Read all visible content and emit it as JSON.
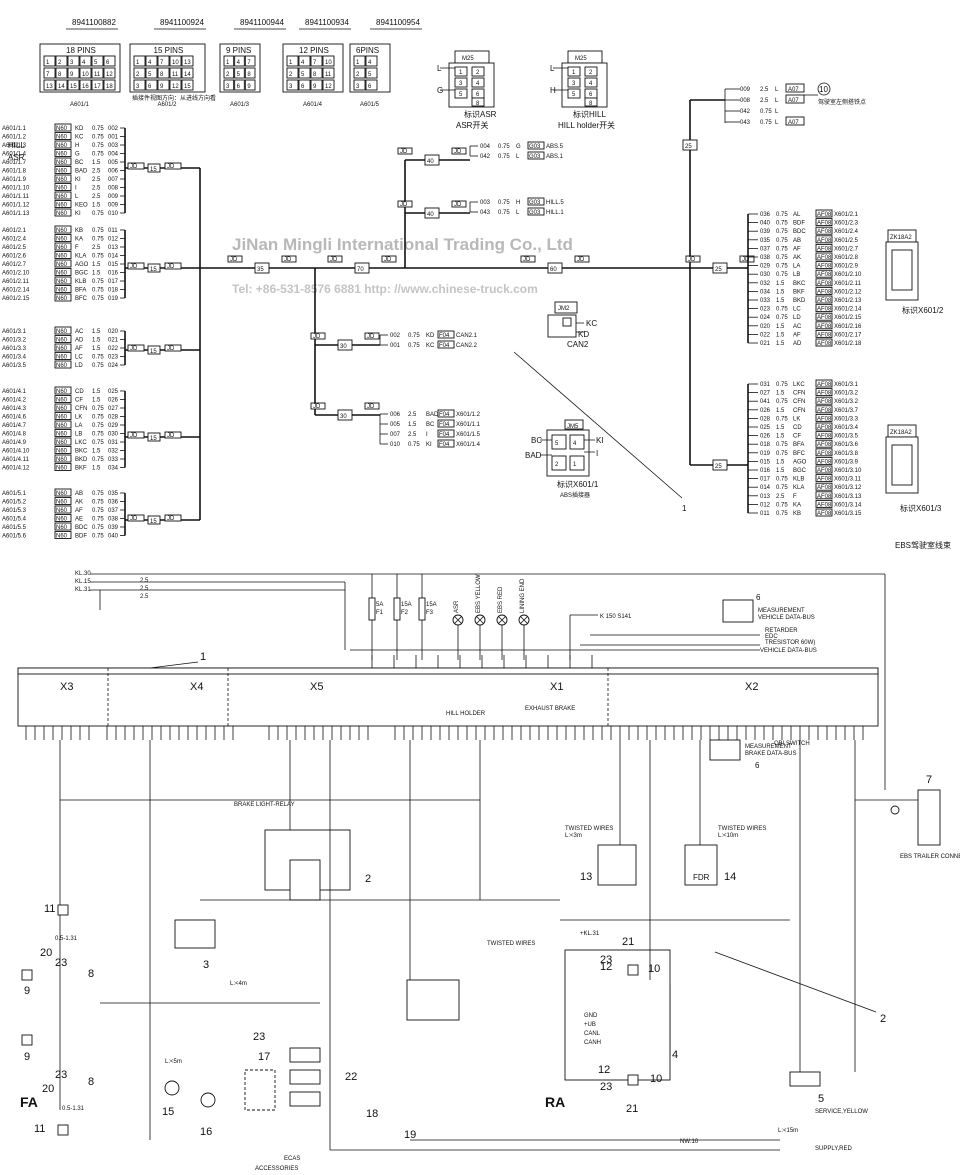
{
  "connectors": [
    {
      "part": "8941100882",
      "pins": "18 PINS",
      "id": "A601/1",
      "grid": [
        "1",
        "2",
        "3",
        "4",
        "5",
        "6",
        "7",
        "8",
        "9",
        "10",
        "11",
        "12",
        "13",
        "14",
        "15",
        "16",
        "17",
        "18"
      ]
    },
    {
      "part": "8941100924",
      "pins": "15 PINS",
      "id": "A601/2",
      "grid": [
        "1",
        "4",
        "7",
        "10",
        "13",
        "2",
        "5",
        "8",
        "11",
        "14",
        "3",
        "6",
        "9",
        "12",
        "15"
      ]
    },
    {
      "part": "8941100944",
      "pins": "9 PINS",
      "id": "A601/3",
      "grid": [
        "1",
        "4",
        "7",
        "2",
        "5",
        "8",
        "3",
        "6",
        "9"
      ]
    },
    {
      "part": "8941100934",
      "pins": "12 PINS",
      "id": "A601/4",
      "grid": [
        "1",
        "4",
        "7",
        "10",
        "2",
        "5",
        "8",
        "11",
        "3",
        "6",
        "9",
        "12"
      ]
    },
    {
      "part": "8941100954",
      "pins": "6PINS",
      "id": "A601/5",
      "grid": [
        "1",
        "4",
        "2",
        "5",
        "3",
        "6"
      ]
    }
  ],
  "connector_note": "插接件视图方向：从进线方向看",
  "switches": {
    "asr": {
      "code": "M25",
      "caption": "ASR开关",
      "tag": "标识ASR",
      "left": [
        "L",
        "G"
      ]
    },
    "hill": {
      "code": "M25",
      "caption": "HILL holder开关",
      "tag": "标识HILL",
      "left": [
        "L",
        "H"
      ]
    }
  },
  "left_labels": [
    "HILL",
    "ASR"
  ],
  "left_groups": [
    [
      {
        "id": "A601/1.1",
        "sig": "KD",
        "sz": "0.75",
        "w": "002"
      },
      {
        "id": "A601/1.2",
        "sig": "KC",
        "sz": "0.75",
        "w": "001"
      },
      {
        "id": "A601/1.3",
        "sig": "H",
        "sz": "0.75",
        "w": "003"
      },
      {
        "id": "A601/1.4",
        "sig": "G",
        "sz": "0.75",
        "w": "004"
      },
      {
        "id": "A601/1.7",
        "sig": "BC",
        "sz": "1.5",
        "w": "005"
      },
      {
        "id": "A601/1.8",
        "sig": "BAD",
        "sz": "2.5",
        "w": "006"
      },
      {
        "id": "A601/1.9",
        "sig": "KI",
        "sz": "2.5",
        "w": "007"
      },
      {
        "id": "A601/1.10",
        "sig": "I",
        "sz": "2.5",
        "w": "008"
      },
      {
        "id": "A601/1.11",
        "sig": "L",
        "sz": "2.5",
        "w": "009"
      },
      {
        "id": "A601/1.12",
        "sig": "KEO",
        "sz": "1.5",
        "w": "009"
      },
      {
        "id": "A601/1.13",
        "sig": "KI",
        "sz": "0.75",
        "w": "010"
      }
    ],
    [
      {
        "id": "A601/2.1",
        "sig": "KB",
        "sz": "0.75",
        "w": "011"
      },
      {
        "id": "A601/2.4",
        "sig": "KA",
        "sz": "0.75",
        "w": "012"
      },
      {
        "id": "A601/2.5",
        "sig": "F",
        "sz": "2.5",
        "w": "013"
      },
      {
        "id": "A601/2.6",
        "sig": "KLA",
        "sz": "0.75",
        "w": "014"
      },
      {
        "id": "A601/2.7",
        "sig": "AGO",
        "sz": "1.5",
        "w": "015"
      },
      {
        "id": "A601/2.10",
        "sig": "BGC",
        "sz": "1.5",
        "w": "016"
      },
      {
        "id": "A601/2.11",
        "sig": "KLB",
        "sz": "0.75",
        "w": "017"
      },
      {
        "id": "A601/2.14",
        "sig": "BFA",
        "sz": "0.75",
        "w": "018"
      },
      {
        "id": "A601/2.15",
        "sig": "BFC",
        "sz": "0.75",
        "w": "019"
      }
    ],
    [
      {
        "id": "A601/3.1",
        "sig": "AC",
        "sz": "1.5",
        "w": "020"
      },
      {
        "id": "A601/3.2",
        "sig": "AD",
        "sz": "1.5",
        "w": "021"
      },
      {
        "id": "A601/3.3",
        "sig": "AF",
        "sz": "1.5",
        "w": "022"
      },
      {
        "id": "A601/3.4",
        "sig": "LC",
        "sz": "0.75",
        "w": "023"
      },
      {
        "id": "A601/3.5",
        "sig": "LD",
        "sz": "0.75",
        "w": "024"
      }
    ],
    [
      {
        "id": "A601/4.1",
        "sig": "CD",
        "sz": "1.5",
        "w": "025"
      },
      {
        "id": "A601/4.2",
        "sig": "CF",
        "sz": "1.5",
        "w": "026"
      },
      {
        "id": "A601/4.3",
        "sig": "CFN",
        "sz": "0.75",
        "w": "027"
      },
      {
        "id": "A601/4.6",
        "sig": "LK",
        "sz": "0.75",
        "w": "028"
      },
      {
        "id": "A601/4.7",
        "sig": "LA",
        "sz": "0.75",
        "w": "029"
      },
      {
        "id": "A601/4.8",
        "sig": "LB",
        "sz": "0.75",
        "w": "030"
      },
      {
        "id": "A601/4.9",
        "sig": "LKC",
        "sz": "0.75",
        "w": "031"
      },
      {
        "id": "A601/4.10",
        "sig": "BKC",
        "sz": "1.5",
        "w": "032"
      },
      {
        "id": "A601/4.11",
        "sig": "BKD",
        "sz": "0.75",
        "w": "033"
      },
      {
        "id": "A601/4.12",
        "sig": "BKF",
        "sz": "1.5",
        "w": "034"
      }
    ],
    [
      {
        "id": "A601/5.1",
        "sig": "AB",
        "sz": "0.75",
        "w": "035"
      },
      {
        "id": "A601/5.2",
        "sig": "AK",
        "sz": "0.75",
        "w": "036"
      },
      {
        "id": "A601/5.3",
        "sig": "AF",
        "sz": "0.75",
        "w": "037"
      },
      {
        "id": "A601/5.4",
        "sig": "AE",
        "sz": "0.75",
        "w": "038"
      },
      {
        "id": "A601/5.5",
        "sig": "BDC",
        "sz": "0.75",
        "w": "039"
      },
      {
        "id": "A601/5.6",
        "sig": "BDF",
        "sz": "0.75",
        "w": "040"
      }
    ]
  ],
  "middle_taps": {
    "abs": [
      {
        "w": "004",
        "sz": "0.75",
        "sig": "G",
        "tag": "G03",
        "dest": "ABS.5"
      },
      {
        "w": "042",
        "sz": "0.75",
        "sig": "L",
        "tag": "G03",
        "dest": "ABS.1"
      }
    ],
    "hill": [
      {
        "w": "003",
        "sz": "0.75",
        "sig": "H",
        "tag": "G03",
        "dest": "HILL.5"
      },
      {
        "w": "043",
        "sz": "0.75",
        "sig": "L",
        "tag": "G03",
        "dest": "HILL.1"
      }
    ],
    "can": [
      {
        "w": "002",
        "sz": "0.75",
        "sig": "KD",
        "tag": "F04",
        "dest": "CAN2.1"
      },
      {
        "w": "001",
        "sz": "0.75",
        "sig": "KC",
        "tag": "F04",
        "dest": "CAN2.2"
      }
    ],
    "x601_1": [
      {
        "w": "006",
        "sz": "2.5",
        "sig": "BAD",
        "tag": "F04",
        "dest": "X601/1.2"
      },
      {
        "w": "005",
        "sz": "1.5",
        "sig": "BC",
        "tag": "F04",
        "dest": "X601/1.1"
      },
      {
        "w": "007",
        "sz": "2.5",
        "sig": "I",
        "tag": "F04",
        "dest": "X601/1.5"
      },
      {
        "w": "010",
        "sz": "0.75",
        "sig": "KI",
        "tag": "F04",
        "dest": "X601/1.4"
      }
    ]
  },
  "ground_top": [
    {
      "w": "009",
      "sz": "2.5",
      "sig": "L",
      "tag": "A07"
    },
    {
      "w": "008",
      "sz": "2.5",
      "sig": "L",
      "tag": "A07"
    },
    {
      "w": "042",
      "sz": "0.75",
      "sig": "L",
      "tag": ""
    },
    {
      "w": "043",
      "sz": "0.75",
      "sig": "L",
      "tag": "A07"
    }
  ],
  "ground_note": "驾驶室左侧搭铁点",
  "ground_no": "10",
  "right_groups": [
    [
      {
        "w": "036",
        "sz": "0.75",
        "sig": "AL",
        "dest": "X601/2.1"
      },
      {
        "w": "040",
        "sz": "0.75",
        "sig": "BDF",
        "dest": "X601/2.3"
      },
      {
        "w": "039",
        "sz": "0.75",
        "sig": "BDC",
        "dest": "X601/2.4"
      },
      {
        "w": "035",
        "sz": "0.75",
        "sig": "AB",
        "dest": "X601/2.5"
      },
      {
        "w": "037",
        "sz": "0.75",
        "sig": "AF",
        "dest": "X601/2.7"
      },
      {
        "w": "038",
        "sz": "0.75",
        "sig": "AK",
        "dest": "X601/2.8"
      },
      {
        "w": "029",
        "sz": "0.75",
        "sig": "LA",
        "dest": "X601/2.9"
      },
      {
        "w": "030",
        "sz": "0.75",
        "sig": "LB",
        "dest": "X601/2.10"
      },
      {
        "w": "032",
        "sz": "1.5",
        "sig": "BKC",
        "dest": "X601/2.11"
      },
      {
        "w": "034",
        "sz": "1.5",
        "sig": "BKF",
        "dest": "X601/2.12"
      },
      {
        "w": "033",
        "sz": "1.5",
        "sig": "BKD",
        "dest": "X601/2.13"
      },
      {
        "w": "023",
        "sz": "0.75",
        "sig": "LC",
        "dest": "X601/2.14"
      },
      {
        "w": "024",
        "sz": "0.75",
        "sig": "LD",
        "dest": "X601/2.15"
      },
      {
        "w": "020",
        "sz": "1.5",
        "sig": "AC",
        "dest": "X601/2.16"
      },
      {
        "w": "022",
        "sz": "1.5",
        "sig": "AF",
        "dest": "X601/2.17"
      },
      {
        "w": "021",
        "sz": "1.5",
        "sig": "AD",
        "dest": "X601/2.18"
      }
    ],
    [
      {
        "w": "031",
        "sz": "0.75",
        "sig": "LKC",
        "dest": "X601/3.1"
      },
      {
        "w": "027",
        "sz": "1.5",
        "sig": "CFN",
        "dest": "X601/3.2"
      },
      {
        "w": "041",
        "sz": "0.75",
        "sig": "CFN",
        "dest": "X601/3.2"
      },
      {
        "w": "026",
        "sz": "1.5",
        "sig": "CFN",
        "dest": "X601/3.7"
      },
      {
        "w": "028",
        "sz": "0.75",
        "sig": "LK",
        "dest": "X601/3.3"
      },
      {
        "w": "025",
        "sz": "1.5",
        "sig": "CD",
        "dest": "X601/3.4"
      },
      {
        "w": "026",
        "sz": "1.5",
        "sig": "CF",
        "dest": "X601/3.5"
      },
      {
        "w": "018",
        "sz": "0.75",
        "sig": "BFA",
        "dest": "X601/3.6"
      },
      {
        "w": "019",
        "sz": "0.75",
        "sig": "BFC",
        "dest": "X601/3.8"
      },
      {
        "w": "015",
        "sz": "1.5",
        "sig": "AGO",
        "dest": "X601/3.9"
      },
      {
        "w": "016",
        "sz": "1.5",
        "sig": "BGC",
        "dest": "X601/3.10"
      },
      {
        "w": "017",
        "sz": "0.75",
        "sig": "KLB",
        "dest": "X601/3.11"
      },
      {
        "w": "014",
        "sz": "0.75",
        "sig": "KLA",
        "dest": "X601/3.12"
      },
      {
        "w": "013",
        "sz": "2.5",
        "sig": "F",
        "dest": "X601/3.13"
      },
      {
        "w": "012",
        "sz": "0.75",
        "sig": "KA",
        "dest": "X601/3.14"
      },
      {
        "w": "011",
        "sz": "0.75",
        "sig": "KB",
        "dest": "X601/3.15"
      }
    ]
  ],
  "right_plugs": [
    {
      "code": "ZK18A2",
      "label": "标识X601/2"
    },
    {
      "code": "ZK18A2",
      "label": "标识X601/3"
    }
  ],
  "abs_block": {
    "code": "JM2",
    "pins": [
      "KC",
      "KD"
    ],
    "caption": "CAN2",
    "conn": "JM5",
    "left": [
      "BC",
      "BAD"
    ],
    "right": [
      "KI",
      "I"
    ],
    "label": "标识X601/1",
    "sub": "ABS插接器"
  },
  "bus_nodes": [
    "35",
    "70",
    "60",
    "25",
    "40",
    "40",
    "30",
    "30",
    "15",
    "15",
    "15",
    "15",
    "25"
  ],
  "harness_title": "EBS驾驶室线束",
  "callout_top": "1",
  "watermark1": "JiNan Mingli International Trading Co., Ltd",
  "watermark2": "Tel: +86-531-8576 6881    http: //www.chinese-truck.com",
  "bottom": {
    "supplies": [
      {
        "id": "KL.30",
        "sz": "2.5"
      },
      {
        "id": "KL.15",
        "sz": "2.5"
      },
      {
        "id": "KL.31",
        "sz": "2.5"
      }
    ],
    "fuses": [
      {
        "id": "F1",
        "val": "5A"
      },
      {
        "id": "F2",
        "val": "15A"
      },
      {
        "id": "F3",
        "val": "15A"
      }
    ],
    "lamps": [
      "ASR",
      "EBS YELLOW",
      "EBS RED",
      "LINING END"
    ],
    "k150": "K 150 S141",
    "buses": [
      "RETARDER",
      "EDC",
      "TRESISTOR 60W)",
      "VEHICLE DATA-BUS"
    ],
    "meas1": [
      "MEASUREMENT",
      "VEHICLE DATA-BUS"
    ],
    "meas2": [
      "MEASUREMENT",
      "BRAKE DATA-BUS"
    ],
    "sections": [
      "X3",
      "X4",
      "X5",
      "X1",
      "X2"
    ],
    "callout1": "1",
    "callout2": "2",
    "items": [
      "2",
      "3",
      "4",
      "5",
      "6",
      "6",
      "7",
      "8",
      "8",
      "9",
      "9",
      "10",
      "10",
      "11",
      "11",
      "12",
      "12",
      "13",
      "14",
      "15",
      "16",
      "17",
      "18",
      "19",
      "20",
      "20",
      "21",
      "21",
      "22",
      "23",
      "23",
      "23",
      "23"
    ],
    "texts": {
      "brake_relay": "BRAKE LIGHT-RELAY",
      "twisted": "TWISTED WIRES",
      "twisted_len1": "L:<3m",
      "twisted_len2": "L:<10m",
      "fdr": "FDR",
      "trailer": "EBS TRAILER CONNECTOR",
      "service": "SERVICE,YELLOW",
      "supply": "SUPPLY,RED",
      "ecas": "ECAS",
      "acc": "ACCESSORIES",
      "fa": "FA",
      "ra": "RA",
      "len15": "L:<15m",
      "len4": "L:<4m",
      "len5": "L:<5m",
      "ecu_pins": [
        "GND",
        "+UB",
        "CANL",
        "CANH"
      ],
      "nw": "NW:10",
      "kl15": "+KL.31",
      "range1": "0.5-1.31",
      "range2": "0.5-1.31",
      "obs": "OBI SWITCH",
      "hill_holder": "HILL HOLDER",
      "exhaust": "EXHAUST BRAKE"
    }
  }
}
